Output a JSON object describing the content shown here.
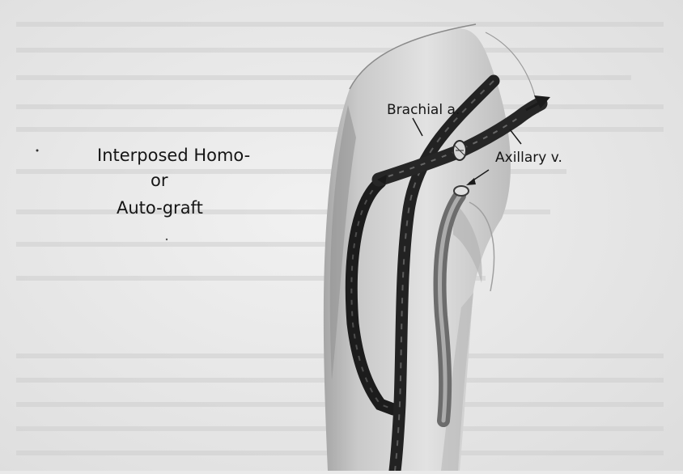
{
  "figure": {
    "caption_lines": [
      "Interposed Homo-",
      "or",
      "Auto-graft"
    ],
    "labels": {
      "brachial": "Brachial a.",
      "axillary": "Axillary v."
    }
  }
}
